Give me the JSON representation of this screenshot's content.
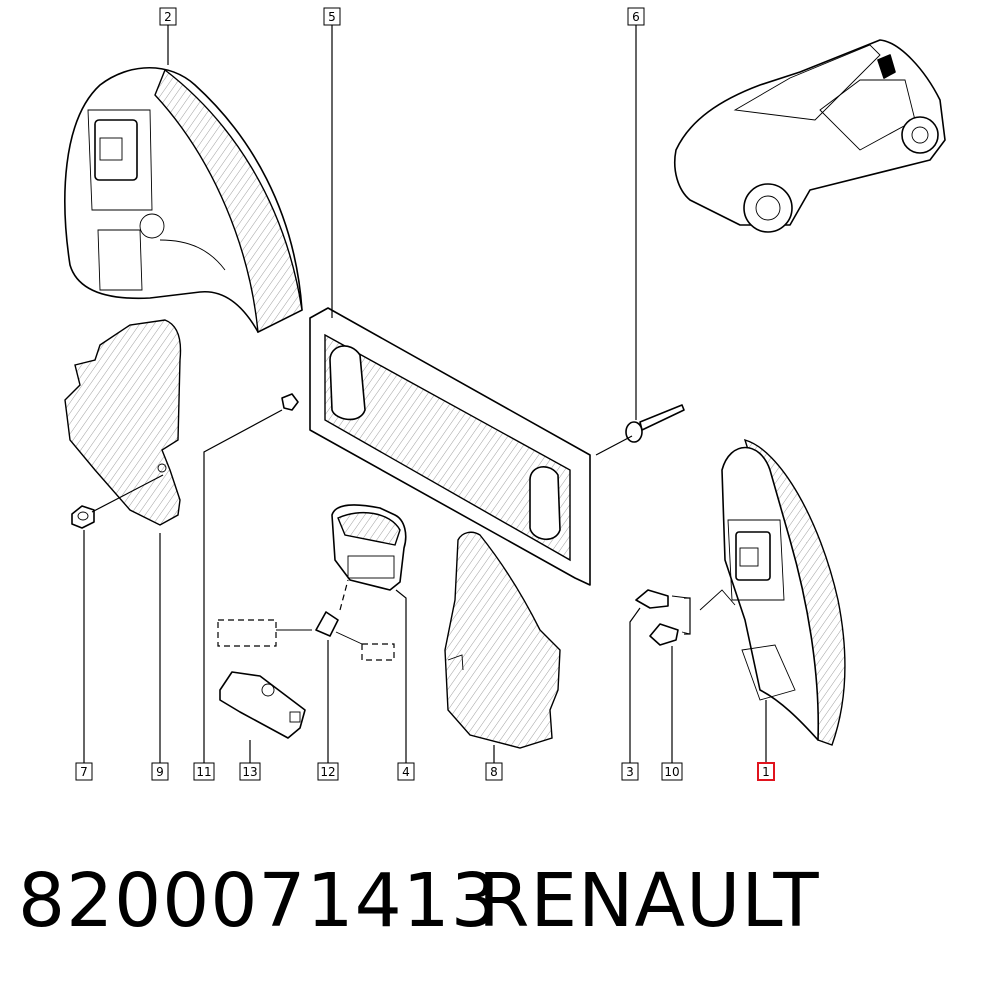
{
  "part_number": "8200071413",
  "brand": "RENAULT",
  "callouts": [
    "1",
    "2",
    "3",
    "4",
    "5",
    "6",
    "7",
    "8",
    "9",
    "10",
    "11",
    "12",
    "13"
  ],
  "highlight_color": "#e0141e",
  "line_color": "#000000"
}
